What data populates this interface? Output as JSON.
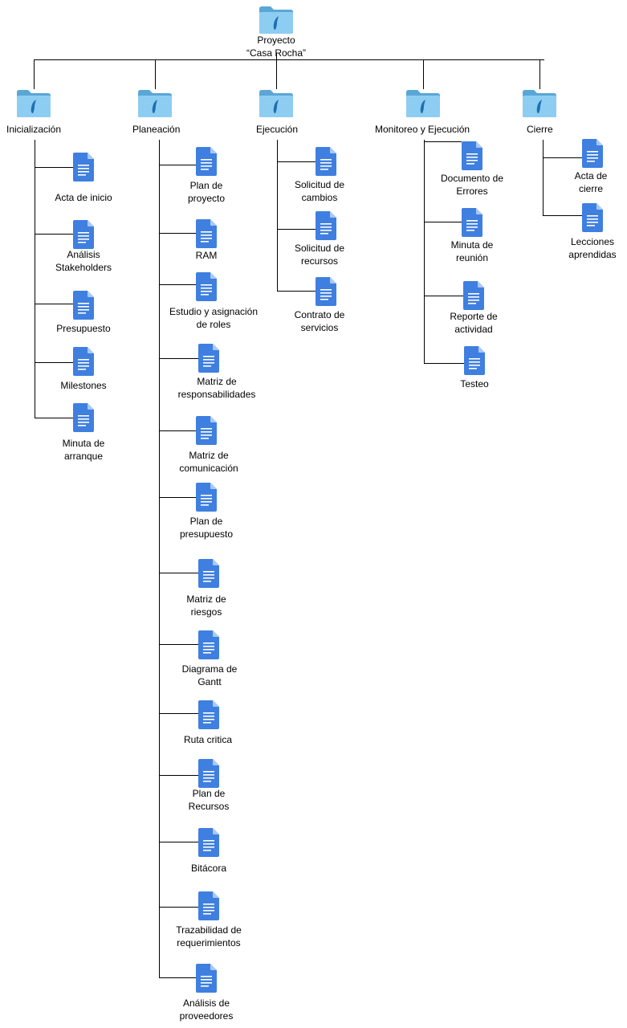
{
  "root": {
    "label": "Proyecto\n“Casa Rocha”",
    "icon": "folder-icon"
  },
  "phases": [
    {
      "label": "Inicialización",
      "icon": "folder-icon",
      "docs": [
        "Acta de inicio",
        "Análisis\nStakeholders",
        "Presupuesto",
        "Milestones",
        "Minuta de\narranque"
      ]
    },
    {
      "label": "Planeación",
      "icon": "folder-icon",
      "docs": [
        "Plan de\nproyecto",
        "RAM",
        "Estudio y asignación\nde roles",
        "Matriz de\nresponsabilidades",
        "Matriz de\ncomunicación",
        "Plan de\npresupuesto",
        "Matriz de\nriesgos",
        "Diagrama de\nGantt",
        "Ruta critica",
        "Plan de\nRecursos",
        "Bitácora",
        "Trazabilidad de\nrequerimientos",
        "Análisis de\nproveedores"
      ]
    },
    {
      "label": "Ejecución",
      "icon": "folder-icon",
      "docs": [
        "Solicitud de\ncambios",
        "Solicitud de\nrecursos",
        "Contrato de\nservicios"
      ]
    },
    {
      "label": "Monitoreo y Ejecución",
      "icon": "folder-icon",
      "docs": [
        "Documento de\nErrores",
        "Minuta de\nreunión",
        "Reporte de\nactividad",
        "Testeo"
      ]
    },
    {
      "label": "Cierre",
      "icon": "folder-icon",
      "docs": [
        "Acta de\ncierre",
        "Lecciones\naprendidas"
      ]
    }
  ],
  "colors": {
    "folder_back": "#5aa6d6",
    "folder_front": "#8ecdf2",
    "folder_quill": "#1f6fb2",
    "doc_body": "#3f7fe0",
    "doc_fold": "#a9c8f5",
    "doc_lines": "#ffffff"
  },
  "doc_icon": "document-icon"
}
